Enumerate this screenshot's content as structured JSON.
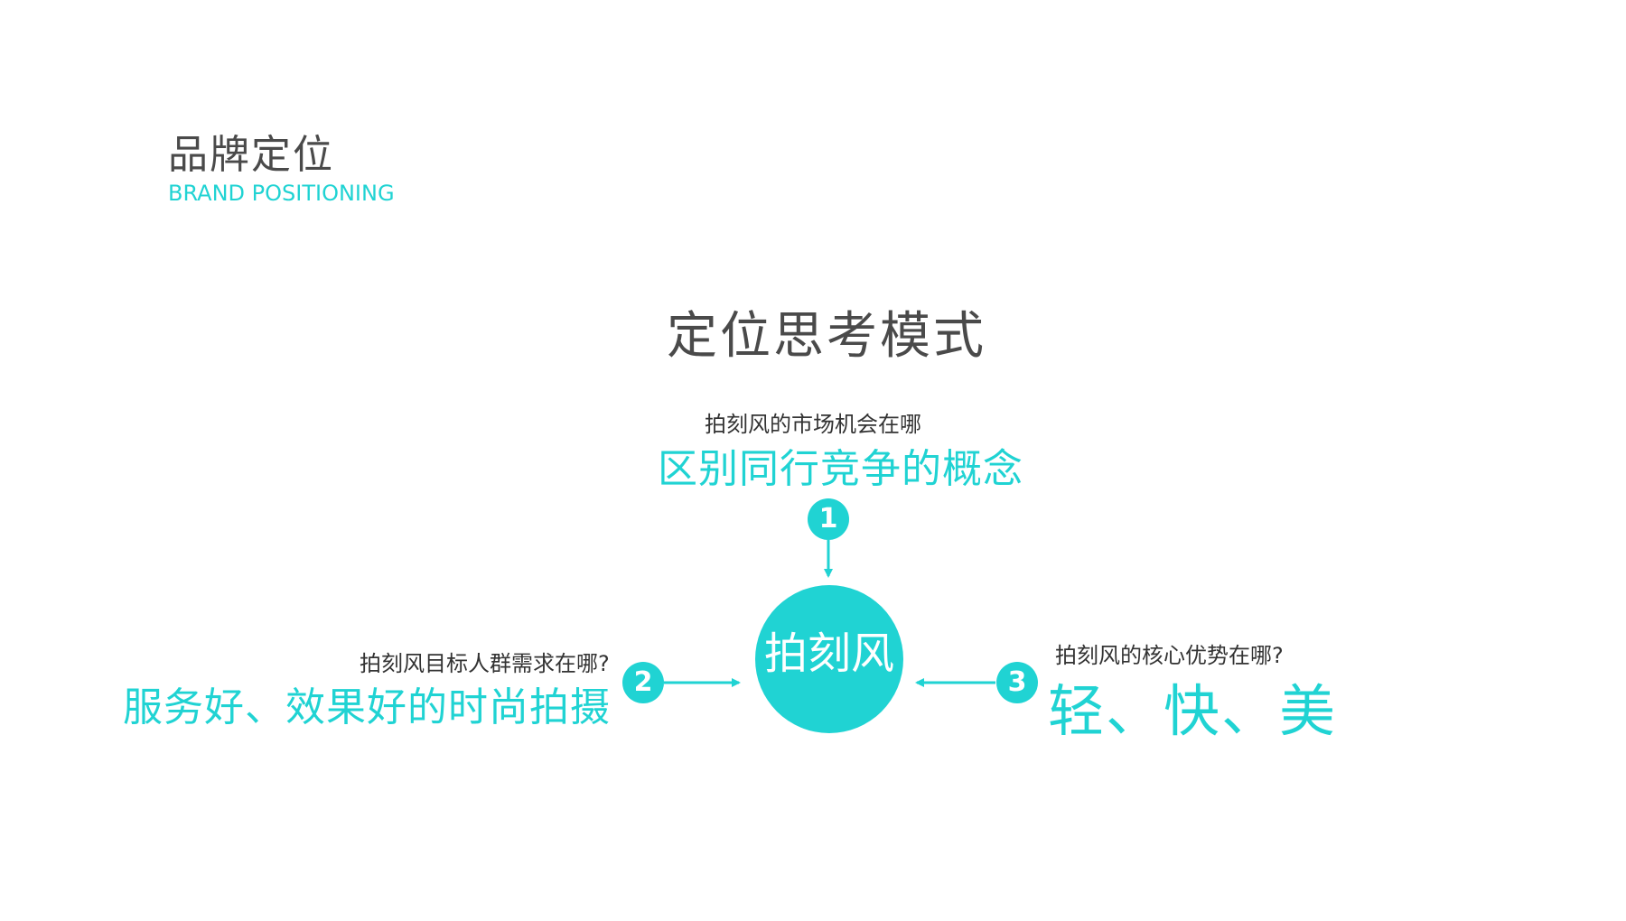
{
  "header": {
    "title": "品牌定位",
    "subtitle": "BRAND POSITIONING"
  },
  "main_title": "定位思考模式",
  "center": {
    "label": "拍刻风"
  },
  "points": [
    {
      "number": "1",
      "question": "拍刻风的市场机会在哪",
      "answer": "区别同行竞争的概念"
    },
    {
      "number": "2",
      "question": "拍刻风目标人群需求在哪?",
      "answer": "服务好、效果好的时尚拍摄"
    },
    {
      "number": "3",
      "question": "拍刻风的核心优势在哪?",
      "answer": "轻、快、美"
    }
  ],
  "colors": {
    "accent": "#20d3d3",
    "text_dark": "#4a4a4a",
    "background": "#ffffff"
  }
}
